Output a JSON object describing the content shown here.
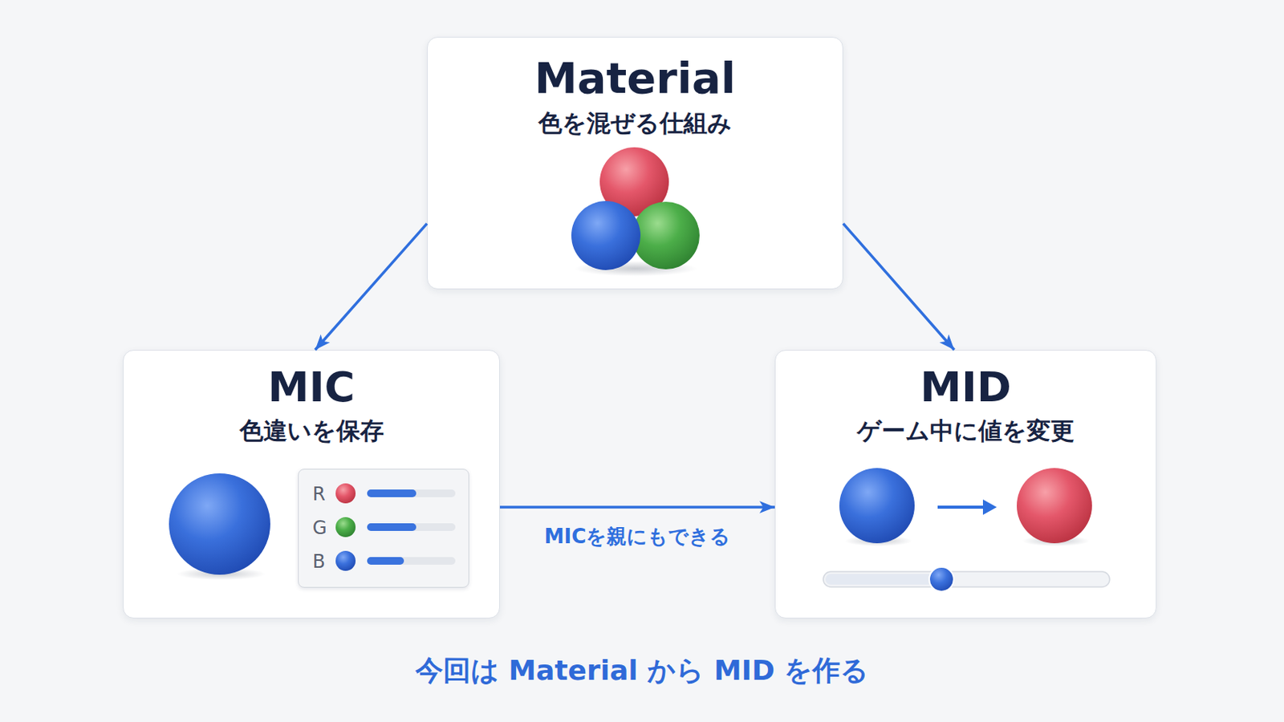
{
  "diagram": {
    "caption": "今回は Material から MID を作る",
    "nodes": [
      {
        "text": [
          "Material",
          "色を混ぜる仕組み"
        ]
      },
      {
        "text": [
          "MIC",
          "色違いを保存"
        ]
      },
      {
        "text": [
          "R",
          "G",
          "B"
        ],
        "in": 1
      },
      {
        "text": [
          "MID",
          "ゲーム中に値を変更"
        ]
      }
    ],
    "edges": [
      {
        "from": 0,
        "to": 1,
        "arrow": "to"
      },
      {
        "from": 0,
        "to": 3,
        "arrow": "to"
      },
      {
        "from": 1,
        "to": 3,
        "label": "MICを親にもできる",
        "arrow": "to"
      }
    ]
  }
}
